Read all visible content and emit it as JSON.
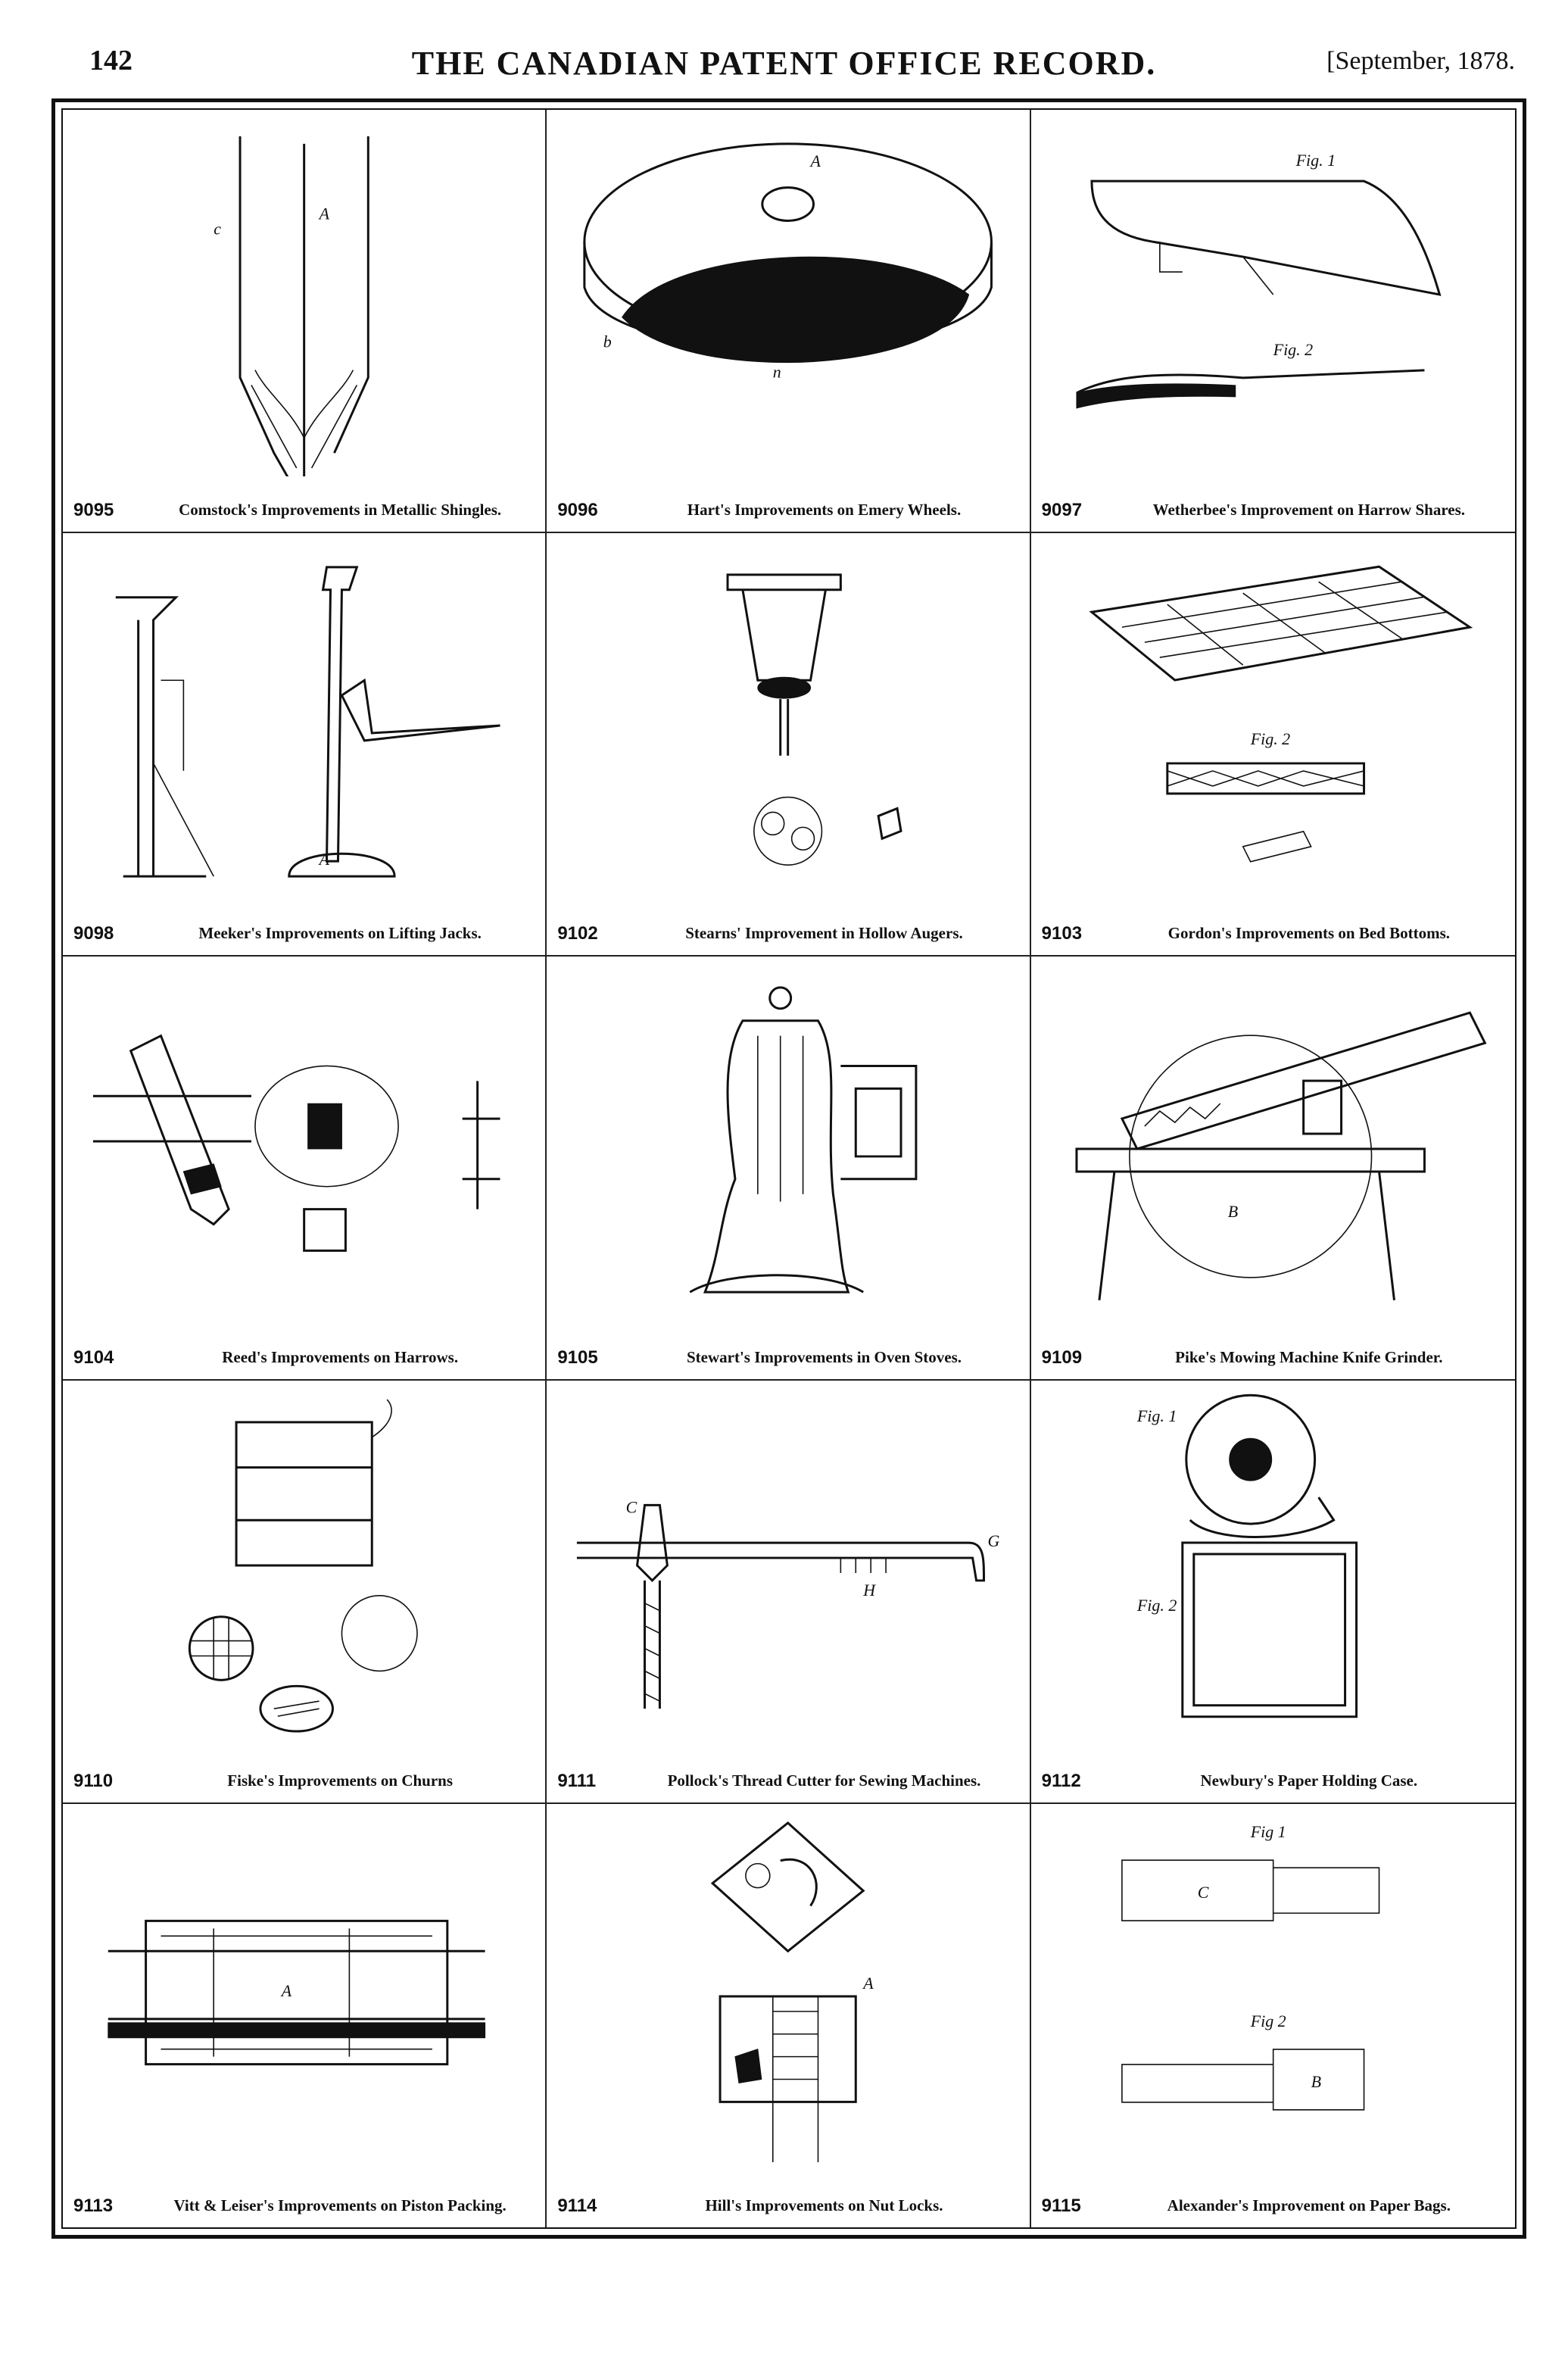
{
  "header": {
    "page_number": "142",
    "title": "THE CANADIAN PATENT OFFICE RECORD.",
    "date": "[September, 1878."
  },
  "patents": [
    {
      "number": "9095",
      "title": "Comstock's Improvements in Metallic Shingles.",
      "icon": "shingle-figure"
    },
    {
      "number": "9096",
      "title": "Hart's Improvements on Emery Wheels.",
      "icon": "emery-wheel-figure"
    },
    {
      "number": "9097",
      "title": "Wetherbee's Improvement on Harrow Shares.",
      "icon": "harrow-share-figure"
    },
    {
      "number": "9098",
      "title": "Meeker's Improvements on Lifting Jacks.",
      "icon": "lifting-jack-figure"
    },
    {
      "number": "9102",
      "title": "Stearns' Improvement in Hollow Augers.",
      "icon": "hollow-auger-figure"
    },
    {
      "number": "9103",
      "title": "Gordon's Improvements on Bed Bottoms.",
      "icon": "bed-bottom-figure"
    },
    {
      "number": "9104",
      "title": "Reed's Improvements on Harrows.",
      "icon": "harrow-figure"
    },
    {
      "number": "9105",
      "title": "Stewart's Improvements in Oven Stoves.",
      "icon": "oven-stove-figure"
    },
    {
      "number": "9109",
      "title": "Pike's Mowing Machine Knife Grinder.",
      "icon": "knife-grinder-figure"
    },
    {
      "number": "9110",
      "title": "Fiske's Improvements on Churns",
      "icon": "churn-figure"
    },
    {
      "number": "9111",
      "title": "Pollock's Thread Cutter for Sewing Machines.",
      "icon": "thread-cutter-figure"
    },
    {
      "number": "9112",
      "title": "Newbury's Paper Holding Case.",
      "icon": "paper-case-figure"
    },
    {
      "number": "9113",
      "title": "Vitt & Leiser's Improvements on Piston Packing.",
      "icon": "piston-packing-figure"
    },
    {
      "number": "9114",
      "title": "Hill's Improvements on Nut Locks.",
      "icon": "nut-lock-figure"
    },
    {
      "number": "9115",
      "title": "Alexander's Improvement on Paper Bags.",
      "icon": "paper-bag-figure"
    }
  ]
}
